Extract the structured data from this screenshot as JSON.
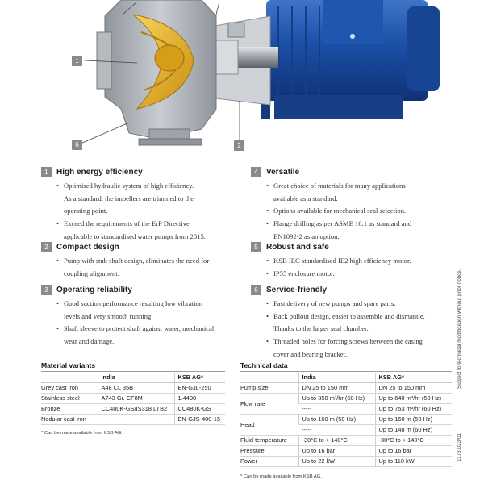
{
  "illustration": {
    "callouts": [
      "1",
      "6",
      "2"
    ]
  },
  "features": [
    {
      "num": "1",
      "title": "High energy efficiency",
      "items": [
        {
          "text": "Optimised hydraulic system of high efficiency.",
          "bullet": true
        },
        {
          "text": "As a standard, the impellers are trimmed to the",
          "bullet": false
        },
        {
          "text": "operating point.",
          "bullet": false
        },
        {
          "text": "Exceed the requirements of the ErP Directive",
          "bullet": true
        },
        {
          "text": "applicable to standardised water pumps from 2015.",
          "bullet": false
        }
      ]
    },
    {
      "num": "2",
      "title": "Compact design",
      "items": [
        {
          "text": "Pump with stub shaft design, eliminates the need for",
          "bullet": true
        },
        {
          "text": "coupling alignment.",
          "bullet": false
        }
      ]
    },
    {
      "num": "3",
      "title": "Operating reliability",
      "items": [
        {
          "text": "Good suction performance resulting low vibration",
          "bullet": true
        },
        {
          "text": "levels and very smooth running.",
          "bullet": false
        },
        {
          "text": "Shaft sleeve to protect shaft against water, mechanical",
          "bullet": true
        },
        {
          "text": "wear and damage.",
          "bullet": false
        }
      ]
    },
    {
      "num": "4",
      "title": "Versatile",
      "items": [
        {
          "text": "Great choice of materials for many applications",
          "bullet": true
        },
        {
          "text": "available as a standard.",
          "bullet": false
        },
        {
          "text": "Options available for mechanical seal selection.",
          "bullet": true
        },
        {
          "text": "Flange drilling as per ASME 16.1 as standard and",
          "bullet": true
        },
        {
          "text": "EN1092-2 as an option.",
          "bullet": false
        }
      ]
    },
    {
      "num": "5",
      "title": "Robust and safe",
      "items": [
        {
          "text": "KSB IEC standardised IE2 high efficiency motor.",
          "bullet": true
        },
        {
          "text": "IP55 enclosure motor.",
          "bullet": true
        }
      ]
    },
    {
      "num": "6",
      "title": "Service-friendly",
      "items": [
        {
          "text": "Fast delivery of new pumps and spare parts.",
          "bullet": true
        },
        {
          "text": "Back pullout design, easier to assemble and dismantle.",
          "bullet": true
        },
        {
          "text": "Thanks to the larger seal chamber.",
          "bullet": false
        },
        {
          "text": "Threaded holes for forcing screws between the casing",
          "bullet": true
        },
        {
          "text": "cover and bearing bracket.",
          "bullet": false
        }
      ]
    }
  ],
  "material_table": {
    "title": "Material variants",
    "headers": [
      "",
      "India",
      "KSB AG*"
    ],
    "rows": [
      [
        "Grey cast iron",
        "A48 CL 35B",
        "EN-GJL-250"
      ],
      [
        "Stainless steel",
        "A743 Gr. CF8M",
        "1.4408"
      ],
      [
        "Bronze",
        "CC480K-GS/IS318 LTB2",
        "CC480K-GS"
      ],
      [
        "Nodular cast iron",
        "",
        "EN-GJS-400-15"
      ]
    ],
    "footnote": "*  Can be made available from KSB AG."
  },
  "technical_table": {
    "title": "Technical data",
    "headers": [
      "",
      "India",
      "KSB AG*"
    ],
    "pump_size": {
      "label": "Pump size",
      "india": "DN 25 to 150 mm",
      "ksb": "DN 25 to 150 mm"
    },
    "flow_rate": {
      "label": "Flow rate",
      "india": [
        "Up to 350 m³/hr (50 Hz)",
        "-----"
      ],
      "ksb": [
        "Up to 640 m³/hr (50 Hz)",
        "Up to 753 m³/hr (60 Hz)"
      ]
    },
    "head": {
      "label": "Head",
      "india": [
        "Up to 160 m (50 Hz)",
        "-----"
      ],
      "ksb": [
        "Up to 160 m (50 Hz)",
        "Up to 148 m (60 Hz)"
      ]
    },
    "fluid_temp": {
      "label": "Fluid temperature",
      "india": "-30°C to + 140°C",
      "ksb": "-30°C to + 140°C"
    },
    "pressure": {
      "label": "Pressure",
      "india": "Up to 16 bar",
      "ksb": "Up to 16 bar"
    },
    "power": {
      "label": "Power",
      "india": "Up to 22 kW",
      "ksb": "Up to 110 kW"
    },
    "footnote": "*  Can be made available from KSB AG."
  },
  "side_notes": {
    "notice": "Subject to technical modification without prior notice.",
    "code": "1173.023/01"
  },
  "colors": {
    "motor_blue": "#1b4fa6",
    "impeller_gold": "#e7b21e",
    "casing_grey": "#a8adb3",
    "callout_grey": "#8a8a8a"
  }
}
